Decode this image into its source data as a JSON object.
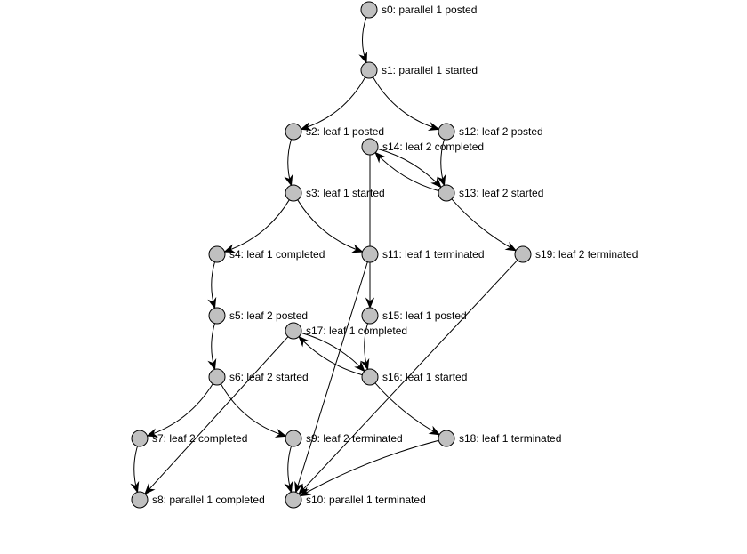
{
  "diagram": {
    "nodes": [
      {
        "id": "s0",
        "label": "s0: parallel 1 posted"
      },
      {
        "id": "s1",
        "label": "s1: parallel 1 started"
      },
      {
        "id": "s2",
        "label": "s2: leaf 1 posted"
      },
      {
        "id": "s12",
        "label": "s12: leaf 2 posted"
      },
      {
        "id": "s14",
        "label": "s14: leaf 2 completed"
      },
      {
        "id": "s3",
        "label": "s3: leaf 1 started"
      },
      {
        "id": "s13",
        "label": "s13: leaf 2 started"
      },
      {
        "id": "s4",
        "label": "s4: leaf 1 completed"
      },
      {
        "id": "s11",
        "label": "s11: leaf 1 terminated"
      },
      {
        "id": "s19",
        "label": "s19: leaf 2 terminated"
      },
      {
        "id": "s5",
        "label": "s5: leaf 2 posted"
      },
      {
        "id": "s15",
        "label": "s15: leaf 1 posted"
      },
      {
        "id": "s17",
        "label": "s17: leaf 1 completed"
      },
      {
        "id": "s6",
        "label": "s6: leaf 2 started"
      },
      {
        "id": "s16",
        "label": "s16: leaf 1 started"
      },
      {
        "id": "s7",
        "label": "s7: leaf 2 completed"
      },
      {
        "id": "s9",
        "label": "s9: leaf 2 terminated"
      },
      {
        "id": "s18",
        "label": "s18: leaf 1 terminated"
      },
      {
        "id": "s8",
        "label": "s8: parallel 1 completed"
      },
      {
        "id": "s10",
        "label": "s10: parallel 1 terminated"
      }
    ],
    "edges": [
      {
        "from": "s0",
        "to": "s1"
      },
      {
        "from": "s1",
        "to": "s2"
      },
      {
        "from": "s1",
        "to": "s12"
      },
      {
        "from": "s2",
        "to": "s3"
      },
      {
        "from": "s12",
        "to": "s13"
      },
      {
        "from": "s13",
        "to": "s14"
      },
      {
        "from": "s14",
        "to": "s13"
      },
      {
        "from": "s14",
        "to": "s15"
      },
      {
        "from": "s3",
        "to": "s4"
      },
      {
        "from": "s3",
        "to": "s11"
      },
      {
        "from": "s13",
        "to": "s19"
      },
      {
        "from": "s4",
        "to": "s5"
      },
      {
        "from": "s5",
        "to": "s6"
      },
      {
        "from": "s11",
        "to": "s10"
      },
      {
        "from": "s19",
        "to": "s10"
      },
      {
        "from": "s15",
        "to": "s16"
      },
      {
        "from": "s16",
        "to": "s17"
      },
      {
        "from": "s17",
        "to": "s16"
      },
      {
        "from": "s17",
        "to": "s8"
      },
      {
        "from": "s6",
        "to": "s7"
      },
      {
        "from": "s6",
        "to": "s9"
      },
      {
        "from": "s16",
        "to": "s18"
      },
      {
        "from": "s7",
        "to": "s8"
      },
      {
        "from": "s9",
        "to": "s10"
      },
      {
        "from": "s18",
        "to": "s10"
      }
    ]
  }
}
